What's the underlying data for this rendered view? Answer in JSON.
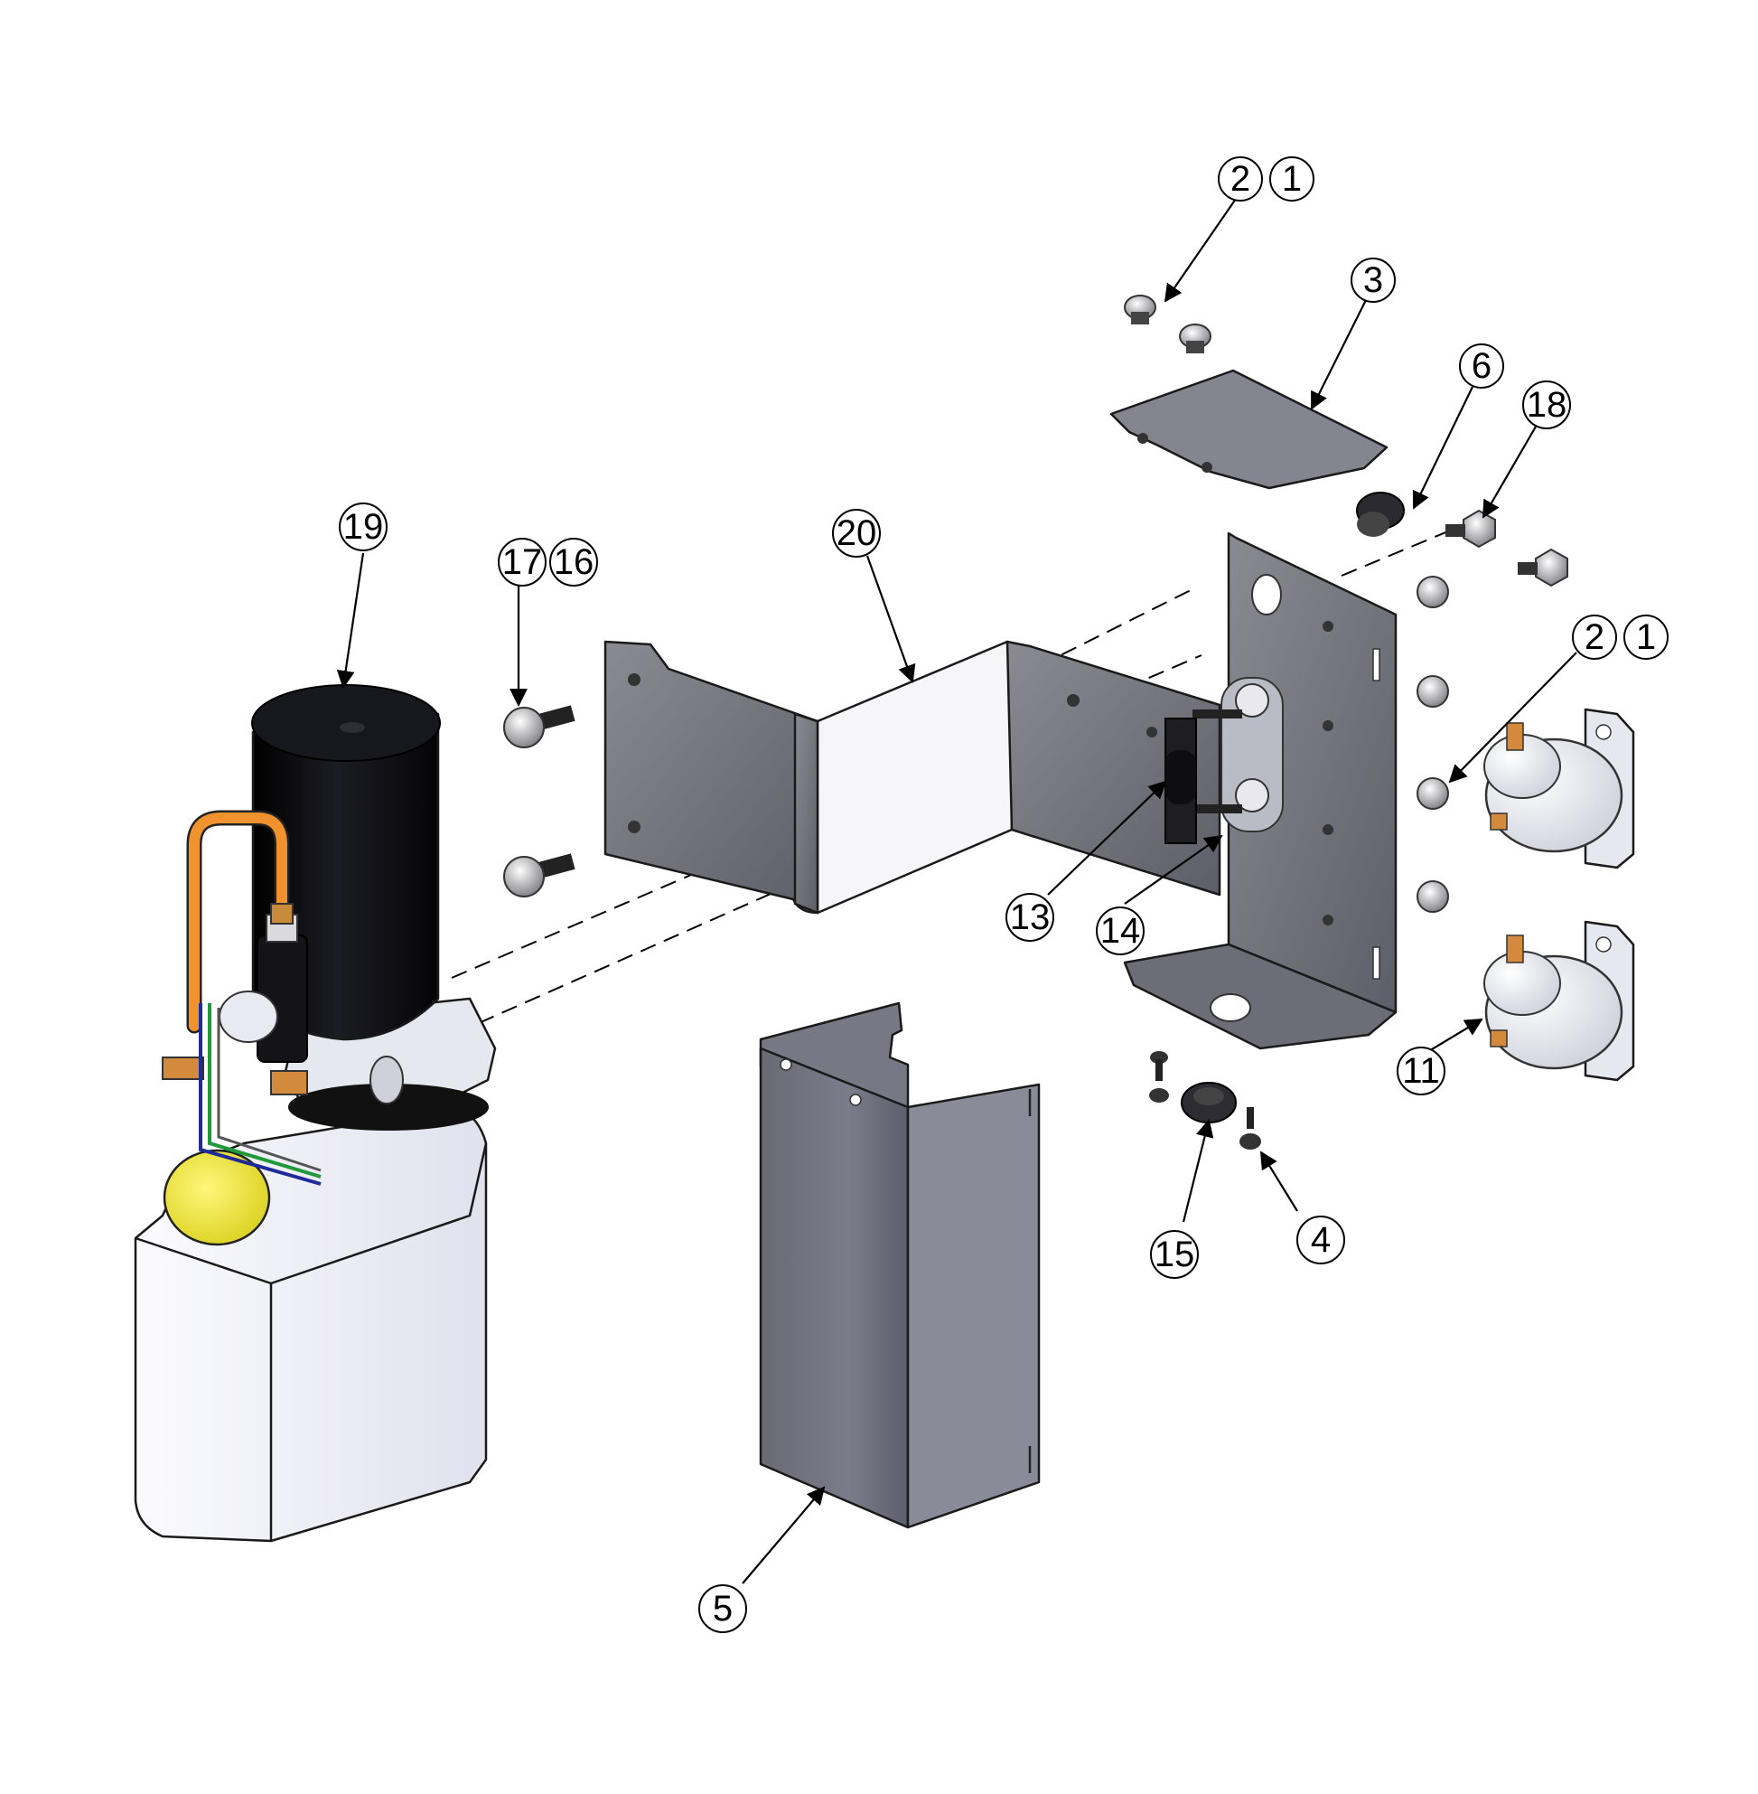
{
  "callouts": {
    "c2_top": "2",
    "c1_top": "1",
    "c3": "3",
    "c6": "6",
    "c18": "18",
    "c19": "19",
    "c17": "17",
    "c16": "16",
    "c20": "20",
    "c2_right": "2",
    "c1_right": "1",
    "c13": "13",
    "c14": "14",
    "c11": "11",
    "c15": "15",
    "c4": "4",
    "c5": "5"
  },
  "colors": {
    "plate": "#7d7d85",
    "plate_dark": "#5c5c66",
    "motor": "#0d0d12",
    "reservoir": "#f4f5fa",
    "hose": "#f0922e",
    "cap": "#f3ea3a",
    "brass": "#d48a3c",
    "solenoid": "#eceef5"
  }
}
